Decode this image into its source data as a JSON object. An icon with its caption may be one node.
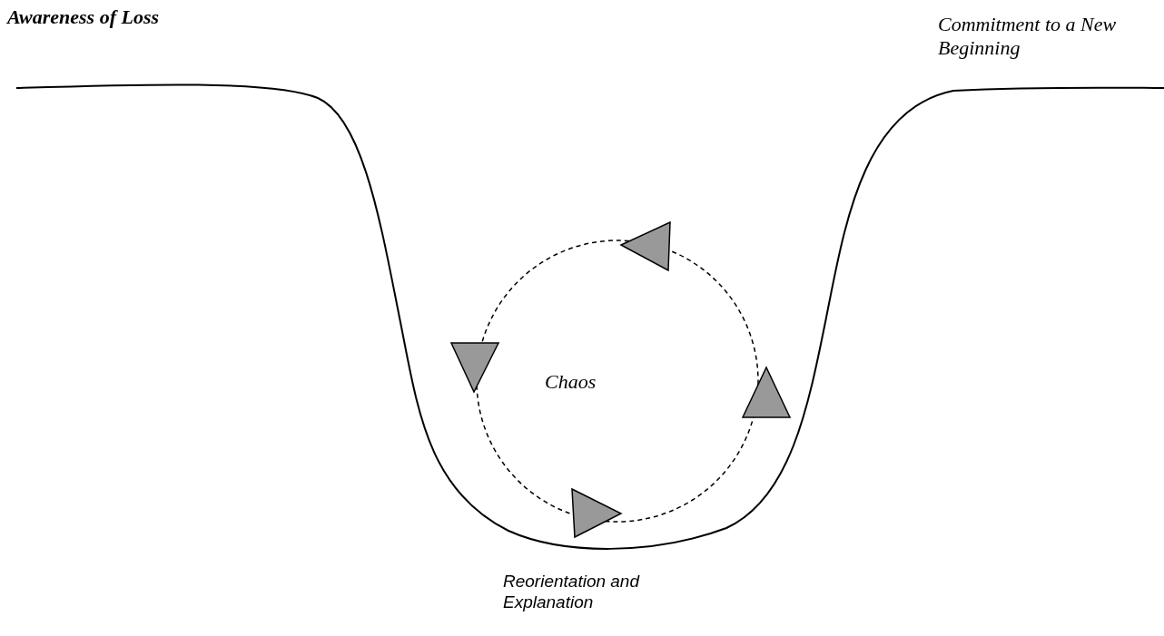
{
  "diagram": {
    "labels": [
      "Awareness of Loss",
      "Commitment to a New Beginning",
      "Chaos",
      "Reorientation and Explanation"
    ]
  }
}
